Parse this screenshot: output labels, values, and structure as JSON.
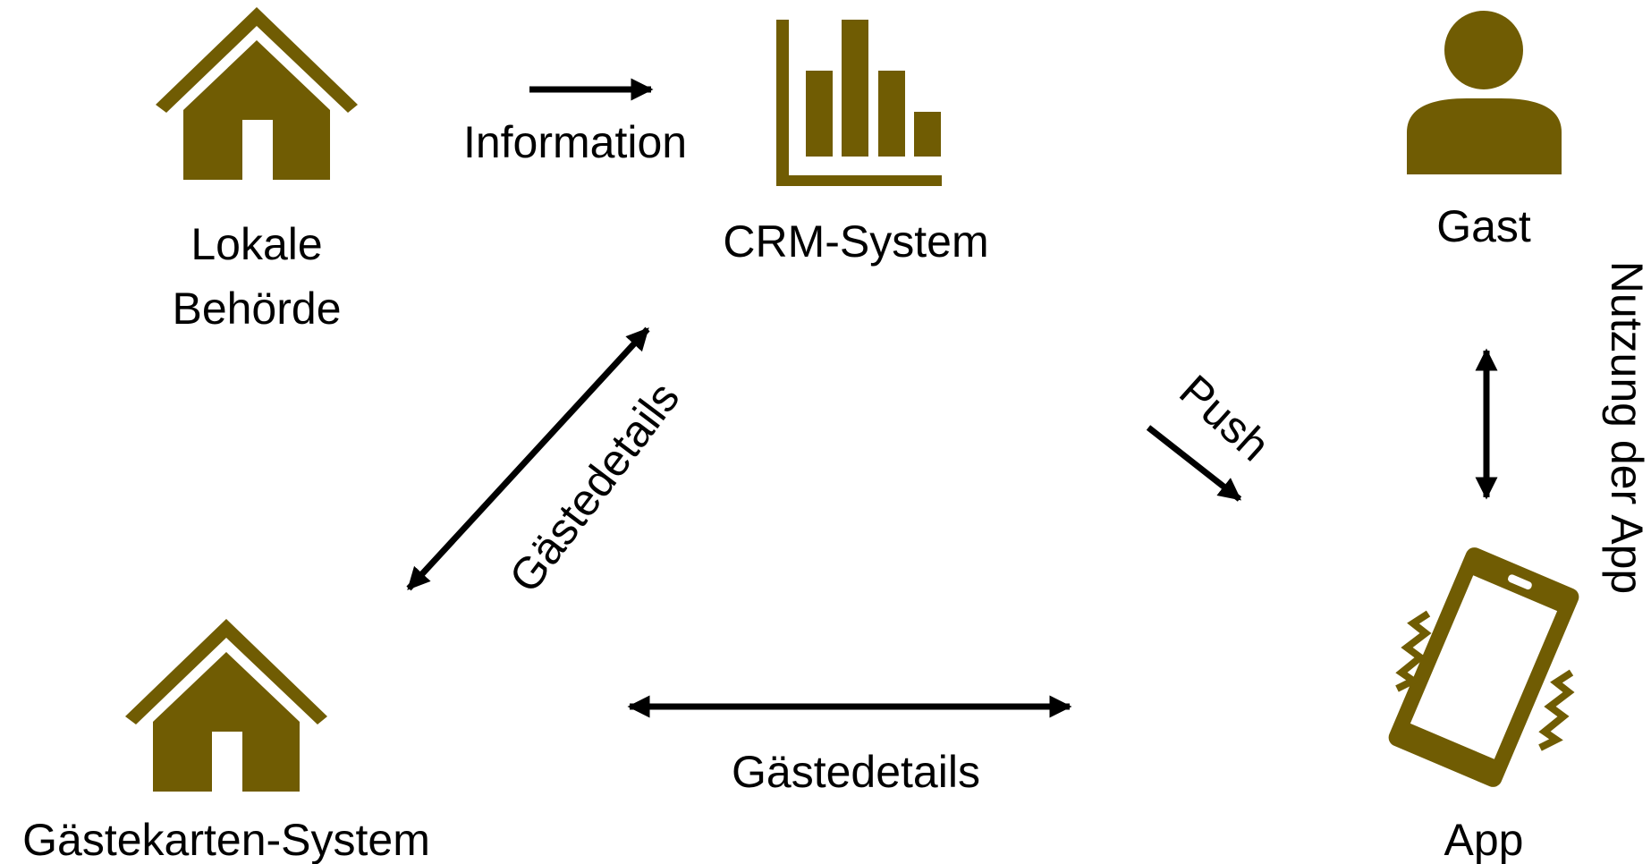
{
  "nodes": {
    "local_authority": {
      "icon": "house-icon",
      "label_line1": "Lokale",
      "label_line2": "Behörde"
    },
    "crm": {
      "icon": "bar-chart-icon",
      "label": "CRM-System"
    },
    "guest": {
      "icon": "person-icon",
      "label": "Gast"
    },
    "guestcard": {
      "icon": "house-icon",
      "label": "Gästekarten-System"
    },
    "app": {
      "icon": "vibrating-phone-icon",
      "label": "App"
    }
  },
  "edges": {
    "information": {
      "label": "Information",
      "direction": "one-way"
    },
    "gaestedetails_diagonal": {
      "label": "Gästedetails",
      "direction": "two-way"
    },
    "push": {
      "label": "Push",
      "direction": "one-way"
    },
    "gaestedetails_horizontal": {
      "label": "Gästedetails",
      "direction": "two-way"
    },
    "nutzung": {
      "label": "Nutzung der App",
      "direction": "two-way"
    }
  },
  "colors": {
    "icon": "#705c03",
    "text": "#000000",
    "arrow": "#000000",
    "background": "#ffffff"
  }
}
